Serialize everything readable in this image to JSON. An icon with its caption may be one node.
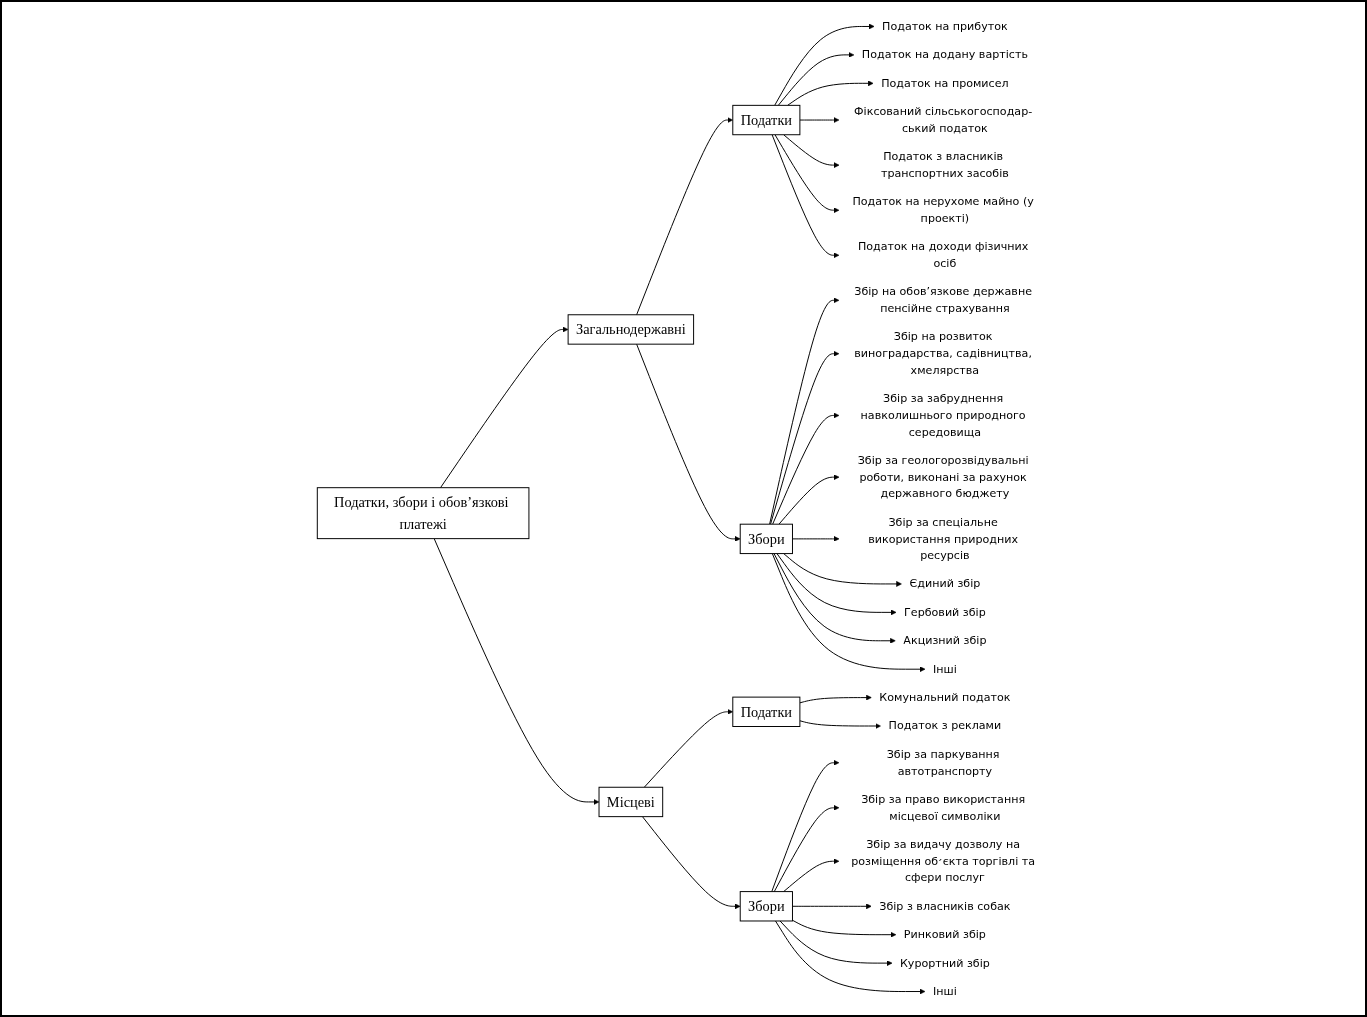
{
  "diagram": {
    "nodes": [
      {
        "text": [
          "Податки, збори і обов’язкові платежі"
        ]
      },
      {
        "text": [
          "Загальнодержавні"
        ]
      },
      {
        "text": [
          "Місцеві"
        ]
      },
      {
        "text": [
          "Податки"
        ]
      },
      {
        "text": [
          "Збори"
        ]
      },
      {
        "text": [
          "Податки"
        ]
      },
      {
        "text": [
          "Збори"
        ]
      },
      {
        "text": [
          "Податок на прибуток"
        ]
      },
      {
        "text": [
          "Податок на додану вартість"
        ]
      },
      {
        "text": [
          "Податок на промисел"
        ]
      },
      {
        "text": [
          "Фіксований сільськогосподар- ський податок"
        ]
      },
      {
        "text": [
          "Податок з власників транспортних засобів"
        ]
      },
      {
        "text": [
          "Податок на нерухоме майно (у проекті)"
        ]
      },
      {
        "text": [
          "Податок на доходи фізичних осіб"
        ]
      },
      {
        "text": [
          "Збір на обов’язкове державне пенсійне страхування"
        ]
      },
      {
        "text": [
          "Збір на розвиток виноградарства, садівництва, хмелярства"
        ]
      },
      {
        "text": [
          "Збір за забруднення навколишнього природного середовища"
        ]
      },
      {
        "text": [
          "Збір за геологорозвідувальні роботи, виконані за рахунок державного бюджету"
        ]
      },
      {
        "text": [
          "Збір за спеціальне використання природних ресурсів"
        ]
      },
      {
        "text": [
          "Єдиний збір"
        ]
      },
      {
        "text": [
          "Гербовий збір"
        ]
      },
      {
        "text": [
          "Акцизний збір"
        ]
      },
      {
        "text": [
          "Інші"
        ]
      },
      {
        "text": [
          "Комунальний податок"
        ]
      },
      {
        "text": [
          "Податок з реклами"
        ]
      },
      {
        "text": [
          "Збір за паркування автотранспорту"
        ]
      },
      {
        "text": [
          "Збір за право використання місцевої символіки"
        ]
      },
      {
        "text": [
          "Збір за видачу дозволу на розміщення об׳єкта торгівлі та сфери послуг"
        ]
      },
      {
        "text": [
          "Збір з власників собак"
        ]
      },
      {
        "text": [
          "Ринковий збір"
        ]
      },
      {
        "text": [
          "Курортний збір"
        ]
      },
      {
        "text": [
          "Інші"
        ]
      }
    ],
    "edges": [
      {
        "from": 0,
        "to": 1,
        "arrow": "to"
      },
      {
        "from": 0,
        "to": 2,
        "arrow": "to"
      },
      {
        "from": 1,
        "to": 3,
        "arrow": "to"
      },
      {
        "from": 1,
        "to": 4,
        "arrow": "to"
      },
      {
        "from": 2,
        "to": 5,
        "arrow": "to"
      },
      {
        "from": 2,
        "to": 6,
        "arrow": "to"
      },
      {
        "from": 3,
        "to": 7,
        "arrow": "to"
      },
      {
        "from": 3,
        "to": 8,
        "arrow": "to"
      },
      {
        "from": 3,
        "to": 9,
        "arrow": "to"
      },
      {
        "from": 3,
        "to": 10,
        "arrow": "to"
      },
      {
        "from": 3,
        "to": 11,
        "arrow": "to"
      },
      {
        "from": 3,
        "to": 12,
        "arrow": "to"
      },
      {
        "from": 3,
        "to": 13,
        "arrow": "to"
      },
      {
        "from": 4,
        "to": 14,
        "arrow": "to"
      },
      {
        "from": 4,
        "to": 15,
        "arrow": "to"
      },
      {
        "from": 4,
        "to": 16,
        "arrow": "to"
      },
      {
        "from": 4,
        "to": 17,
        "arrow": "to"
      },
      {
        "from": 4,
        "to": 18,
        "arrow": "to"
      },
      {
        "from": 4,
        "to": 19,
        "arrow": "to"
      },
      {
        "from": 4,
        "to": 20,
        "arrow": "to"
      },
      {
        "from": 4,
        "to": 21,
        "arrow": "to"
      },
      {
        "from": 4,
        "to": 22,
        "arrow": "to"
      },
      {
        "from": 5,
        "to": 23,
        "arrow": "to"
      },
      {
        "from": 5,
        "to": 24,
        "arrow": "to"
      },
      {
        "from": 6,
        "to": 25,
        "arrow": "to"
      },
      {
        "from": 6,
        "to": 26,
        "arrow": "to"
      },
      {
        "from": 6,
        "to": 27,
        "arrow": "to"
      },
      {
        "from": 6,
        "to": 28,
        "arrow": "to"
      },
      {
        "from": 6,
        "to": 29,
        "arrow": "to"
      },
      {
        "from": 6,
        "to": 30,
        "arrow": "to"
      },
      {
        "from": 6,
        "to": 31,
        "arrow": "to"
      }
    ]
  }
}
